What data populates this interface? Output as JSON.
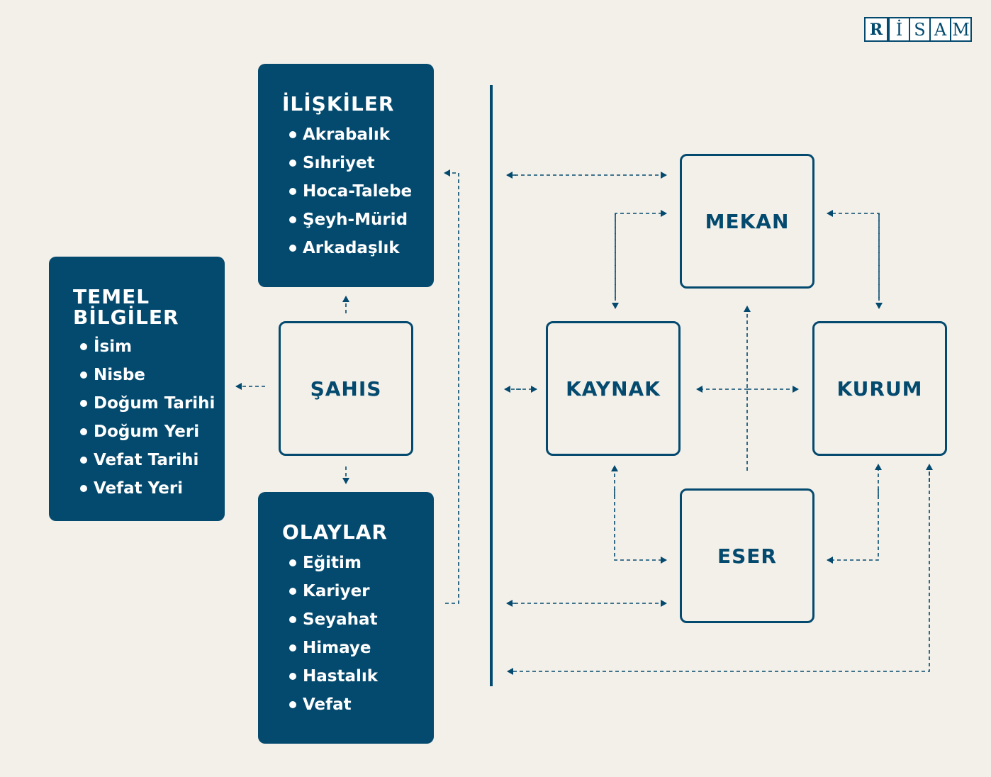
{
  "logo": {
    "mark": "R",
    "letters": [
      "İ",
      "S",
      "A",
      "M"
    ]
  },
  "panels": {
    "temel_bilgiler": {
      "title": "TEMEL\nBİLGİLER",
      "items": [
        "İsim",
        "Nisbe",
        "Doğum Tarihi",
        "Doğum Yeri",
        "Vefat Tarihi",
        "Vefat Yeri"
      ]
    },
    "iliskiler": {
      "title": "İLİŞKİLER",
      "items": [
        "Akrabalık",
        "Sıhriyet",
        "Hoca-Talebe",
        "Şeyh-Mürid",
        "Arkadaşlık"
      ]
    },
    "olaylar": {
      "title": "OLAYLAR",
      "items": [
        "Eğitim",
        "Kariyer",
        "Seyahat",
        "Himaye",
        "Hastalık",
        "Vefat"
      ]
    }
  },
  "nodes": {
    "sahis": "ŞAHIS",
    "mekan": "MEKAN",
    "kaynak": "KAYNAK",
    "kurum": "KURUM",
    "eser": "ESER"
  },
  "colors": {
    "background": "#f3f0ea",
    "primary": "#044a6e",
    "panel_text": "#ffffff"
  }
}
